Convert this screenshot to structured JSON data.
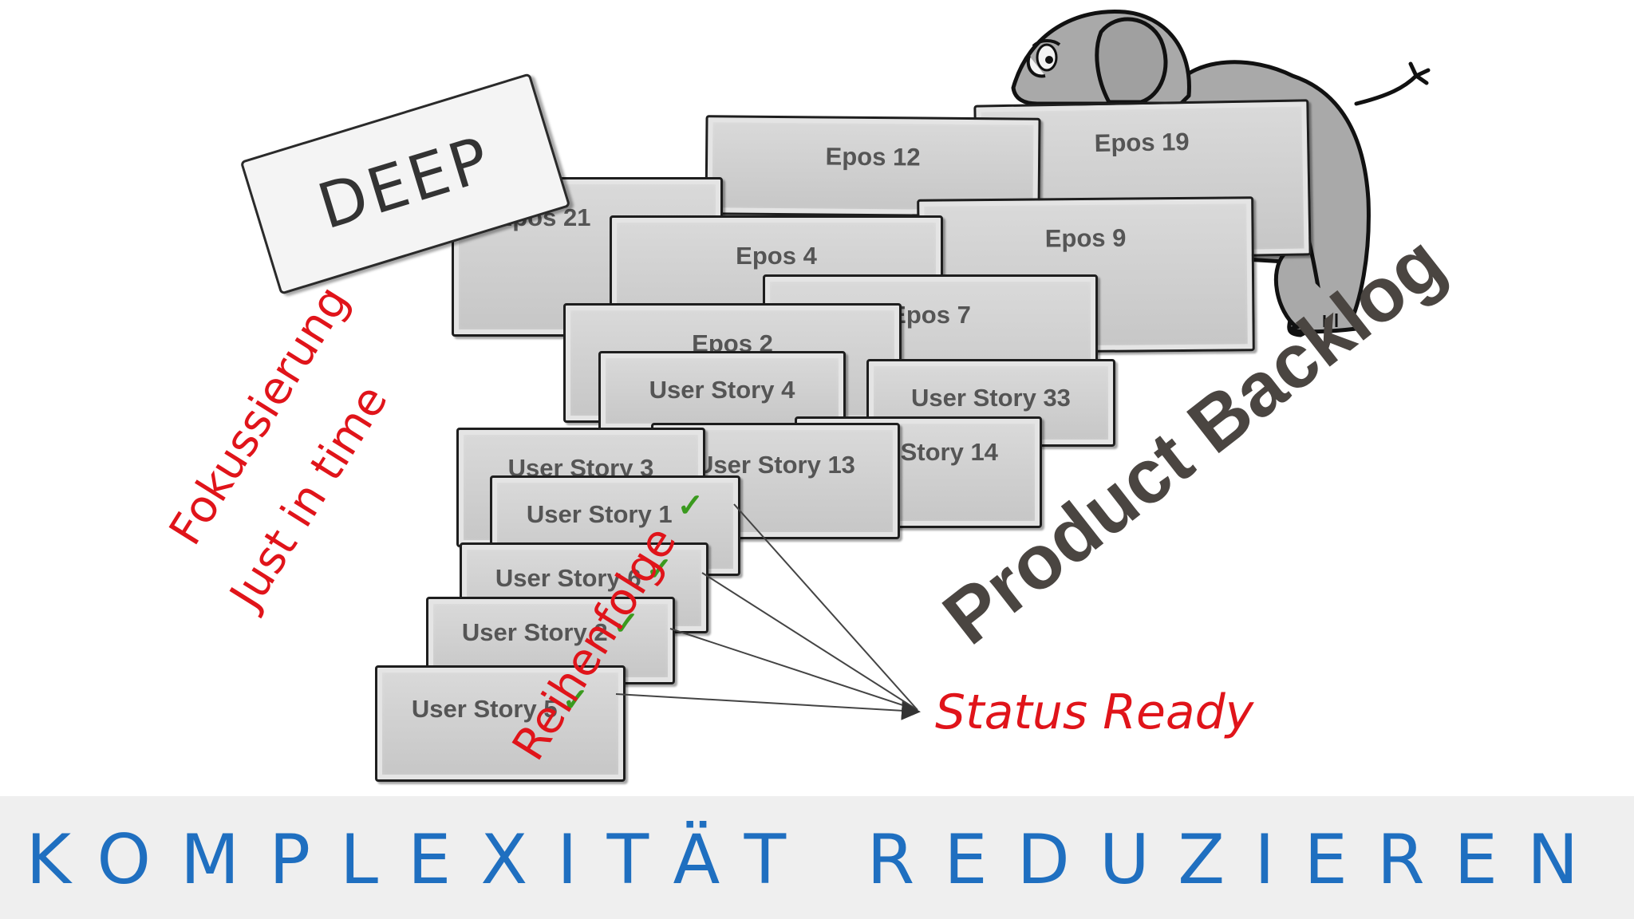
{
  "deep_label": "DEEP",
  "cards": {
    "epos19": "Epos 19",
    "epos12": "Epos 12",
    "epos21": "Epos 21",
    "epos9": "Epos 9",
    "epos4": "Epos 4",
    "epos7": "Epos 7",
    "epos2": "Epos 2",
    "us4": "User Story 4",
    "us33": "User Story 33",
    "us14": "User Story 14",
    "us13": "User Story 13",
    "us3": "User Story 3",
    "us1": "User Story 1",
    "us6": "User Story 6",
    "us2": "User Story 2",
    "us5": "User Story 5"
  },
  "check_mark": "✓",
  "annotations": {
    "fokussierung": "Fokussierung",
    "just_in_time": "Just in time",
    "reihenfolge": "Reihenfolge",
    "status_ready": "Status Ready"
  },
  "product_backlog": "Product Backlog",
  "footer_title": "KOMPLEXITÄT REDUZIEREN",
  "colors": {
    "accent_red": "#e0141a",
    "footer_blue": "#1f6fc0",
    "check_green": "#3a9a1e"
  }
}
